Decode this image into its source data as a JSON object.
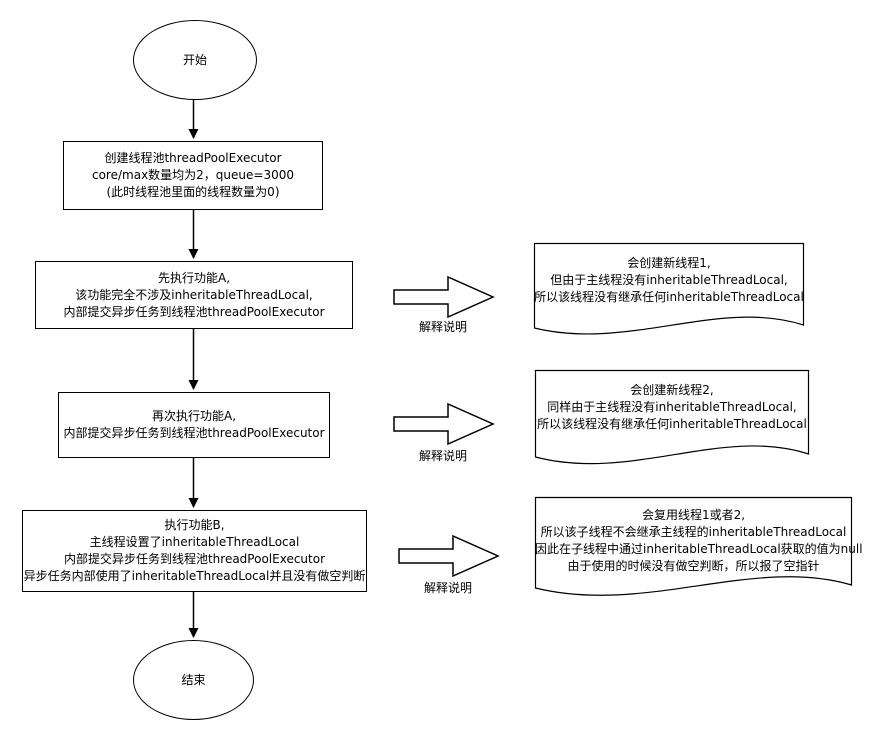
{
  "flowchart": {
    "start": {
      "label": "开始"
    },
    "end": {
      "label": "结束"
    },
    "steps": [
      {
        "lines": [
          "创建线程池threadPoolExecutor",
          "core/max数量均为2，queue=3000",
          "(此时线程池里面的线程数量为0)"
        ]
      },
      {
        "lines": [
          "先执行功能A,",
          "该功能完全不涉及inheritableThreadLocal,",
          "内部提交异步任务到线程池threadPoolExecutor"
        ]
      },
      {
        "lines": [
          "再次执行功能A,",
          "内部提交异步任务到线程池threadPoolExecutor"
        ]
      },
      {
        "lines": [
          "执行功能B,",
          "主线程设置了inheritableThreadLocal",
          "内部提交异步任务到线程池threadPoolExecutor",
          "异步任务内部使用了inheritableThreadLocal并且没有做空判断"
        ]
      }
    ],
    "annotations": [
      {
        "arrow_label": "解释说明",
        "lines": [
          "会创建新线程1,",
          "但由于主线程没有inheritableThreadLocal,",
          "所以该线程没有继承任何inheritableThreadLocal"
        ]
      },
      {
        "arrow_label": "解释说明",
        "lines": [
          "会创建新线程2,",
          "同样由于主线程没有inheritableThreadLocal,",
          "所以该线程没有继承任何inheritableThreadLocal"
        ]
      },
      {
        "arrow_label": "解释说明",
        "lines": [
          "会复用线程1或者2,",
          "所以该子线程不会继承主线程的inheritableThreadLocal",
          "因此在子线程中通过inheritableThreadLocal获取的值为null",
          "由于使用的时候没有做空判断，所以报了空指针"
        ]
      }
    ],
    "colors": {
      "stroke": "#000000",
      "background": "#ffffff"
    }
  }
}
